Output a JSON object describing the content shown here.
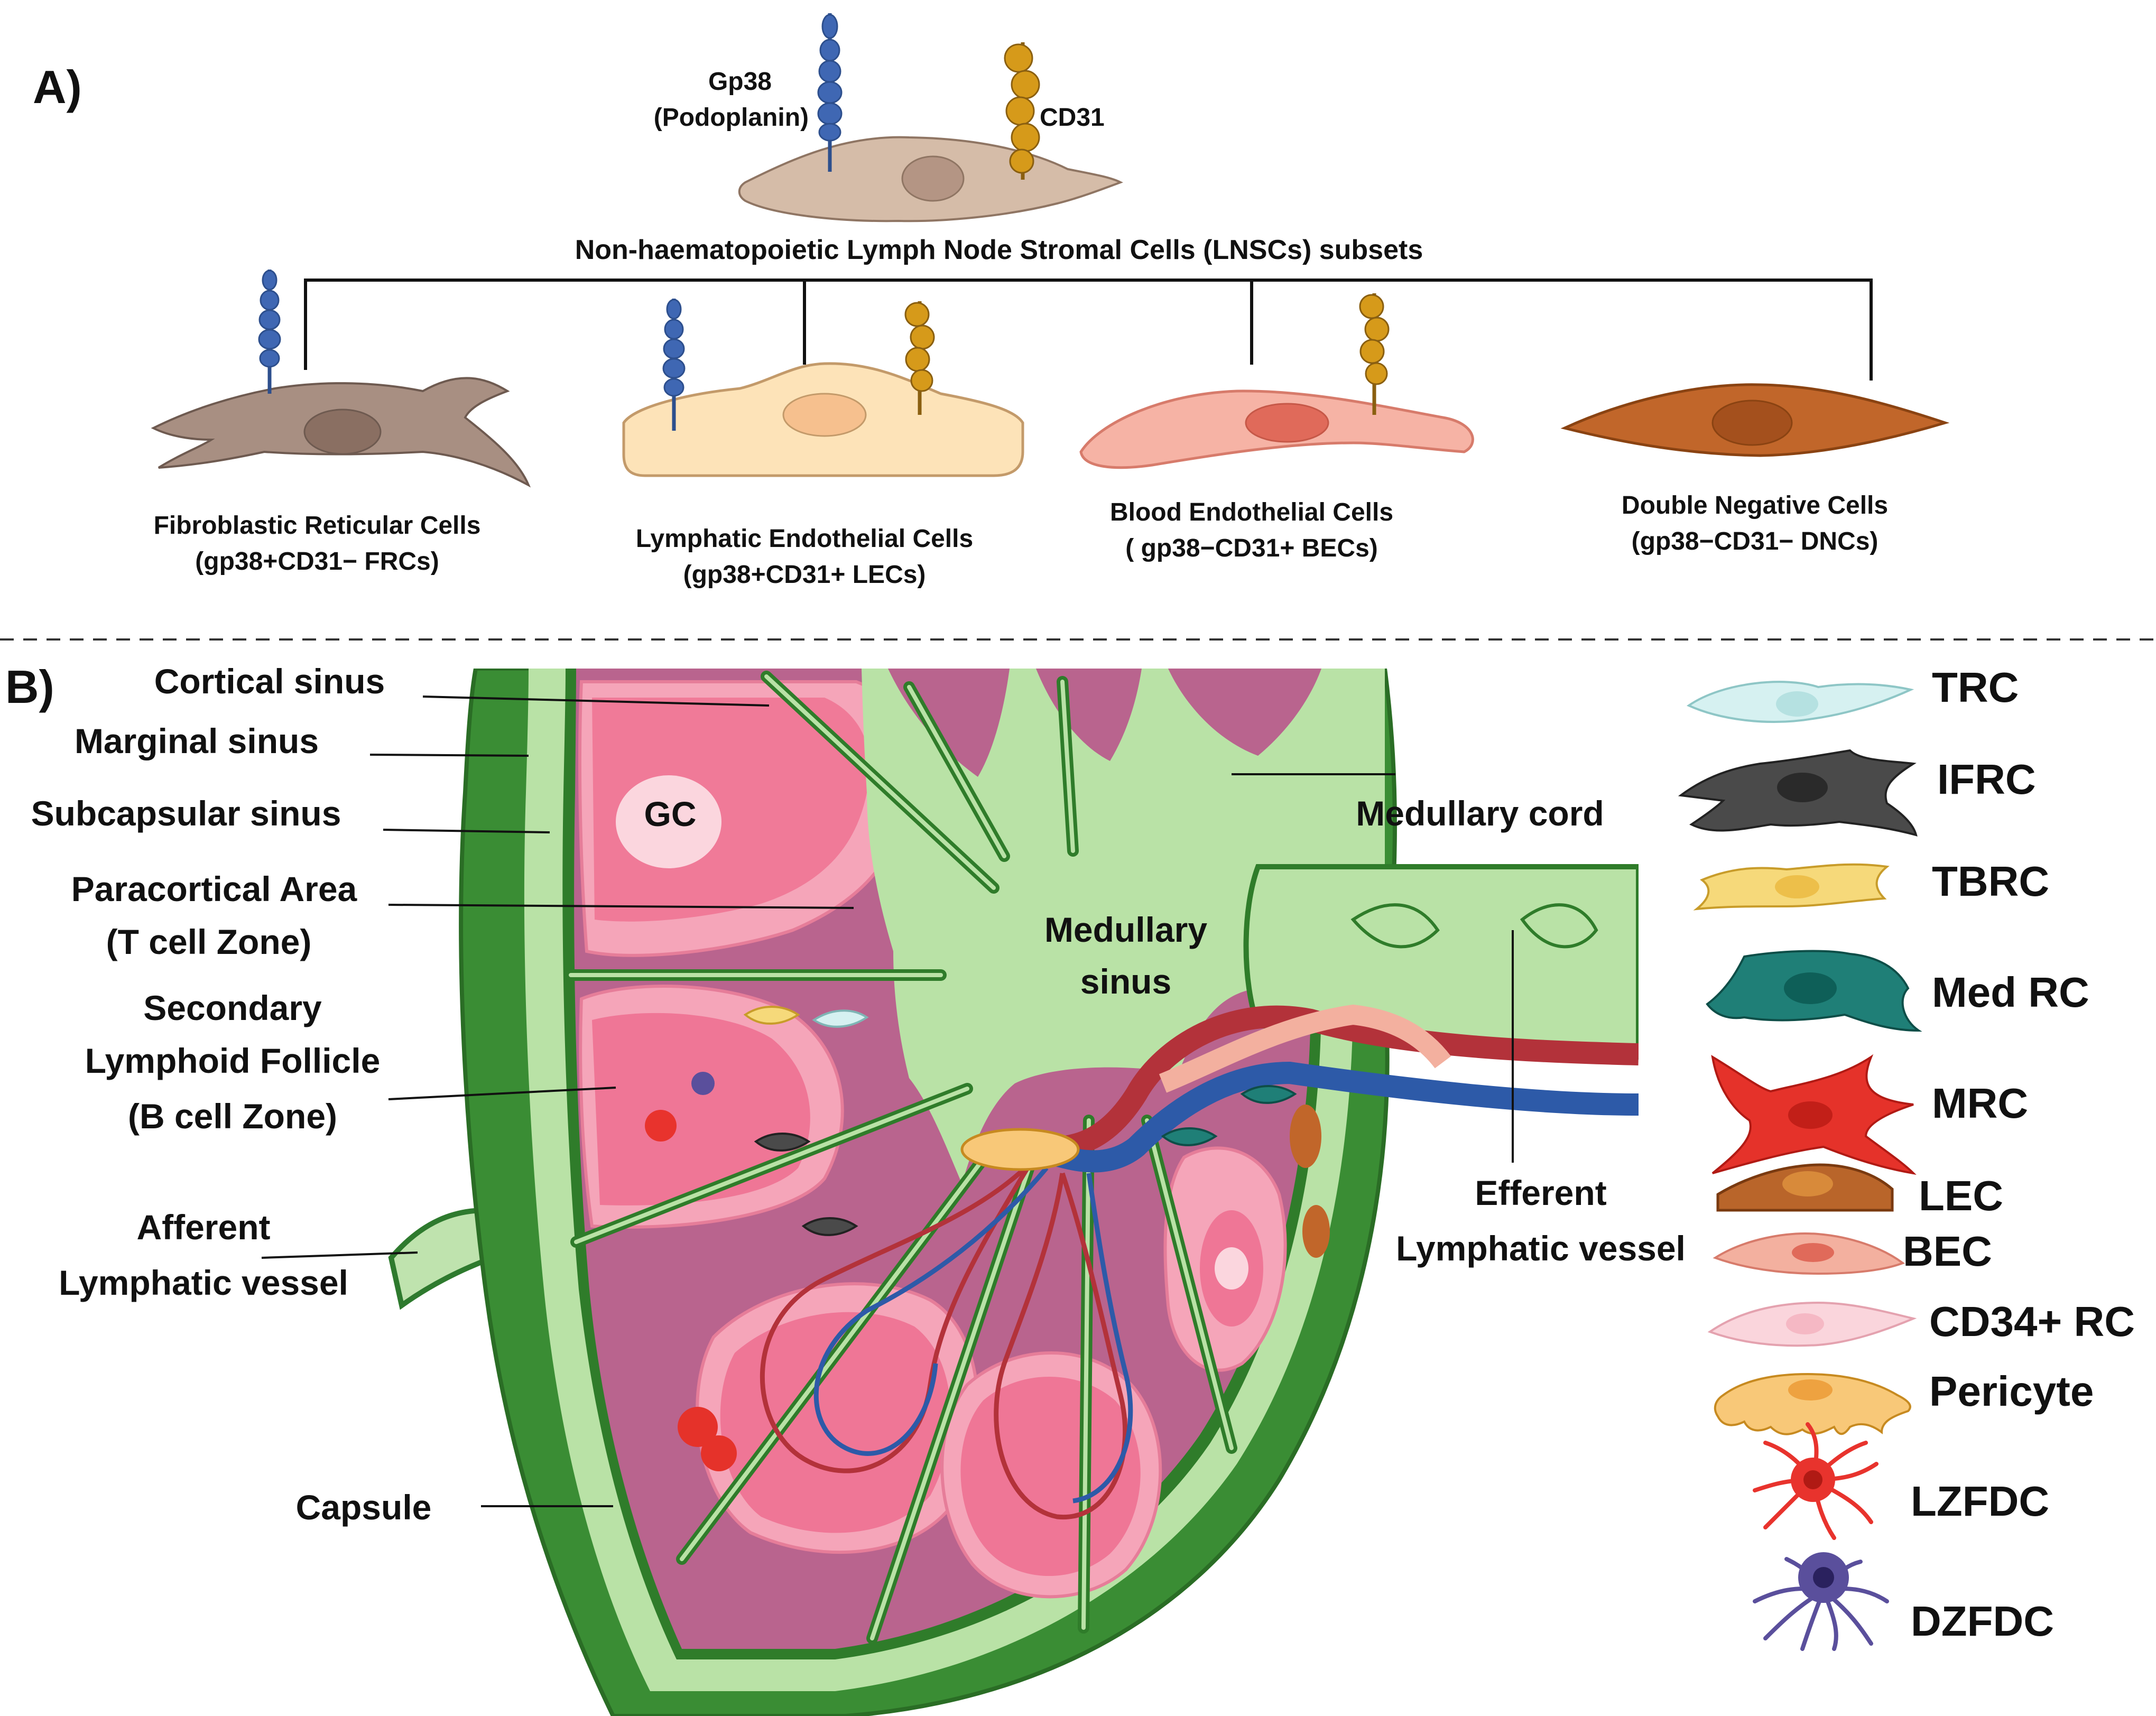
{
  "panel_a": {
    "label": "A)",
    "receptors": {
      "gp38": [
        "Gp38",
        "(Podoplanin)"
      ],
      "cd31": "CD31"
    },
    "title": "Non-haematopoietic Lymph Node Stromal Cells (LNSCs) subsets",
    "subsets": [
      {
        "name": "Fibroblastic Reticular Cells",
        "markers": "(gp38+CD31− FRCs)",
        "color": "#a88f82"
      },
      {
        "name": "Lymphatic Endothelial Cells",
        "markers": "(gp38+CD31+ LECs)",
        "color": "#fde3b8"
      },
      {
        "name": "Blood Endothelial Cells",
        "markers": "( gp38−CD31+ BECs)",
        "color": "#f6b3a5"
      },
      {
        "name": "Double Negative Cells",
        "markers": "(gp38−CD31− DNCs)",
        "color": "#c1662a"
      }
    ]
  },
  "panel_b": {
    "label": "B)",
    "labels": {
      "cortical_sinus": "Cortical sinus",
      "marginal_sinus": "Marginal  sinus",
      "subcapsular_sinus": "Subcapsular sinus",
      "paracortical": [
        "Paracortical Area",
        "(T cell Zone)"
      ],
      "follicle": [
        "Secondary",
        "Lymphoid Follicle",
        "(B cell Zone)"
      ],
      "afferent": [
        "Afferent",
        "Lymphatic vessel"
      ],
      "capsule": "Capsule",
      "gc": "GC",
      "medullary_sinus": [
        "Medullary",
        "sinus"
      ],
      "medullary_cord": "Medullary cord",
      "efferent": [
        "Efferent",
        "Lymphatic vessel"
      ]
    },
    "legend": [
      {
        "label": "TRC",
        "color": "#d6f1f1",
        "icon": "trc-cell-icon"
      },
      {
        "label": "IFRC",
        "color": "#4a4a4a",
        "icon": "ifrc-cell-icon"
      },
      {
        "label": "TBRC",
        "color": "#f6d97a",
        "icon": "tbrc-cell-icon"
      },
      {
        "label": "Med RC",
        "color": "#1f7f77",
        "icon": "med-rc-cell-icon"
      },
      {
        "label": "MRC",
        "color": "#e5322a",
        "icon": "mrc-cell-icon"
      },
      {
        "label": "LEC",
        "color": "#b9652a",
        "icon": "lec-cell-icon"
      },
      {
        "label": "BEC",
        "color": "#f3b09f",
        "icon": "bec-cell-icon"
      },
      {
        "label": "CD34+ RC",
        "color": "#fad5dc",
        "icon": "cd34-rc-cell-icon"
      },
      {
        "label": "Pericyte",
        "color": "#f8c878",
        "icon": "pericyte-cell-icon"
      },
      {
        "label": "LZFDC",
        "color": "#e8332d",
        "icon": "lzfdc-cell-icon"
      },
      {
        "label": "DZFDC",
        "color": "#5a4f9c",
        "icon": "dzfdc-cell-icon"
      }
    ]
  }
}
